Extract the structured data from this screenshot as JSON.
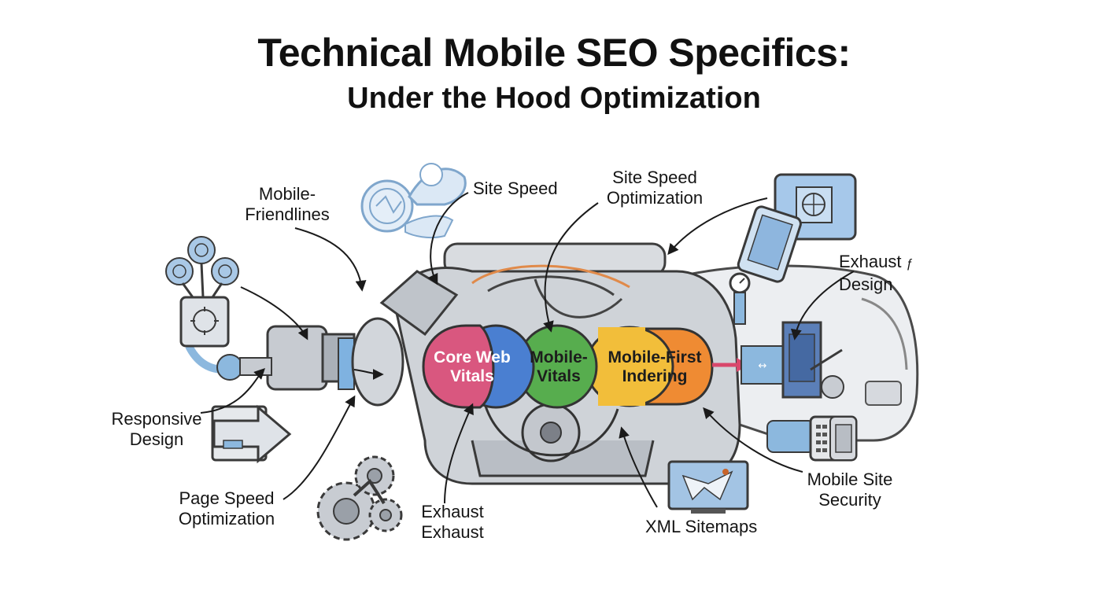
{
  "header": {
    "title": "Technical Mobile SEO Specifics:",
    "subtitle": "Under the Hood Optimization"
  },
  "labels": {
    "mobile_friendliness": [
      "Mobile-",
      "Friendlines"
    ],
    "site_speed": "Site Speed",
    "site_speed_optimization": [
      "Site Speed",
      "Optimization"
    ],
    "exhaust_design": [
      "Exhaust",
      "Design"
    ],
    "exhaust_glyph": "ƒ",
    "responsive_design": [
      "Responsive",
      "Design"
    ],
    "page_speed_optimization": [
      "Page Speed",
      "Optimization"
    ],
    "exhaust_exhaust": [
      "Exhaust",
      "Exhaust"
    ],
    "xml_sitemaps": "XML Sitemaps",
    "mobile_site_security": [
      "Mobile Site",
      "Security"
    ]
  },
  "pills": {
    "core_web_vitals": [
      "Core Web",
      "Vitals"
    ],
    "mobile_vitals": [
      "Mobile-",
      "Vitals"
    ],
    "mobile_first_indexing": [
      "Mobile-First",
      "Indering"
    ]
  },
  "colors": {
    "pink": "#d9577f",
    "blue": "#4a7fd1",
    "green": "#57ad4e",
    "yellow": "#f2be3a",
    "orange": "#ef8b33",
    "arrow_red": "#d9476b",
    "accent_blue": "#8cb8de"
  },
  "icons": [
    "magnifier-gear-icon",
    "engine-icon",
    "phone-icon",
    "tablet-globe-icon",
    "gears-icon",
    "monitor-icon",
    "keypad-icon",
    "responsive-arrow-icon",
    "gauge-icon"
  ]
}
